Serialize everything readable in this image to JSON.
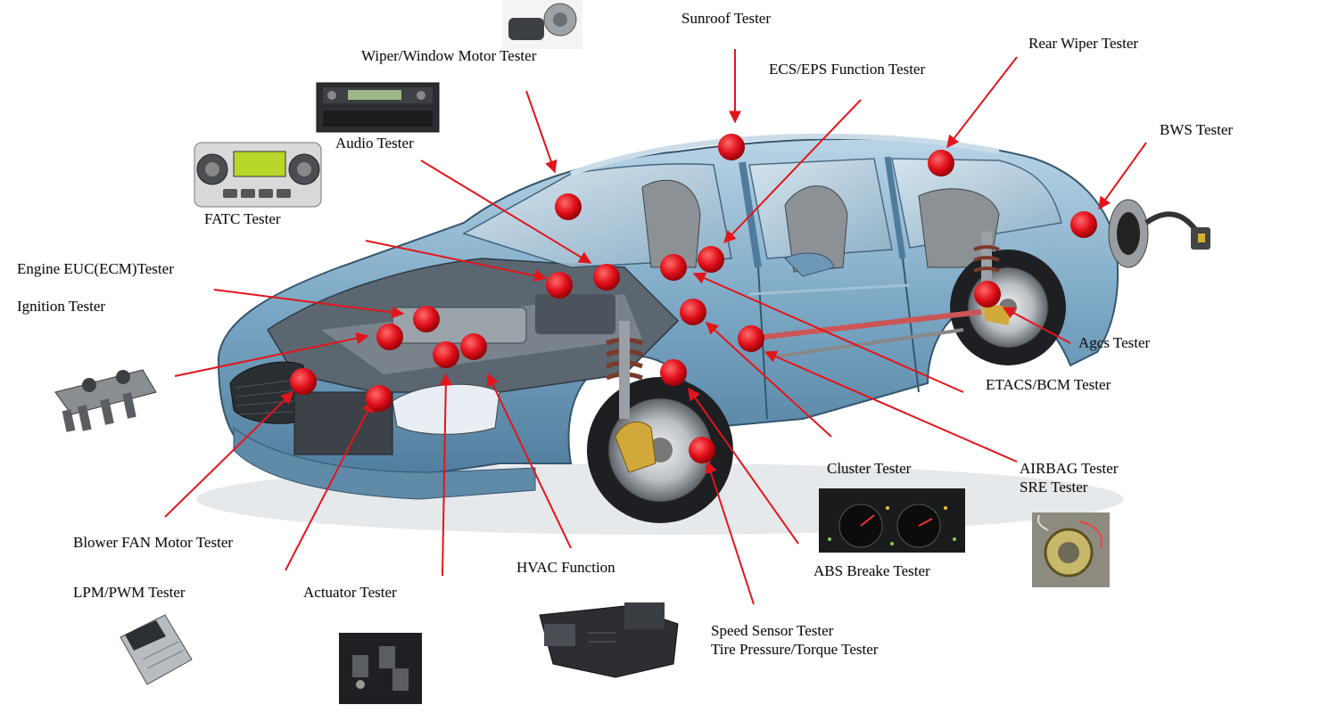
{
  "title": "",
  "labels": {
    "sunroof": "Sunroof Tester",
    "wiper_window": "Wiper/Window Motor Tester",
    "rear_wiper": "Rear Wiper Tester",
    "ecs_eps": "ECS/EPS Function Tester",
    "audio": "Audio Tester",
    "bws": "BWS Tester",
    "fatc": "FATC Tester",
    "engine_ecu": "Engine EUC(ECM)Tester",
    "ignition": "Ignition Tester",
    "agcs": "Agcs Tester",
    "etacs": "ETACS/BCM Tester",
    "airbag": "AIRBAG Tester",
    "sre": "SRE Tester",
    "cluster": "Cluster Tester",
    "abs": "ABS Breake Tester",
    "hvac": "HVAC Function",
    "blower": "Blower FAN Motor Tester",
    "lpm_pwm": "LPM/PWM Tester",
    "actuator": "Actuator Tester",
    "speed_sensor": "Speed Sensor Tester",
    "tire_pressure": "Tire Pressure/Torque Tester"
  },
  "colors": {
    "arrow": "#e3151b",
    "dot": "#d8101a",
    "car_body": "#7aa7c4",
    "car_dark": "#3e6a8a"
  },
  "icons": {
    "main_image": "car-cutaway-illustration",
    "wiper_motor": "wiper-motor-photo",
    "audio_unit": "car-audio-head-unit-photo",
    "fatc_panel": "climate-control-panel-photo",
    "ignition_coil": "ignition-coil-photo",
    "bws_sensor": "parking-sensor-photo",
    "cluster": "instrument-cluster-photo",
    "airbag_clockspring": "clock-spring-photo",
    "ecu_module": "ecu-module-photo",
    "actuator": "actuator-photo",
    "hvac_unit": "hvac-unit-photo"
  }
}
